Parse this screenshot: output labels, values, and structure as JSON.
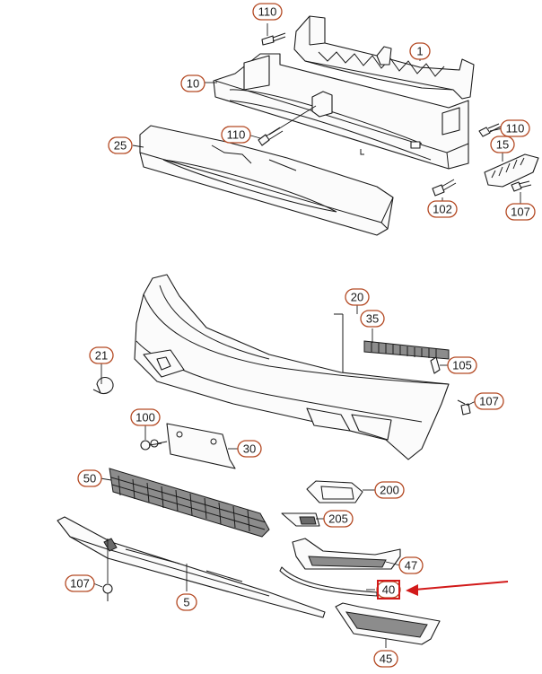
{
  "diagram": {
    "callouts": [
      {
        "id": "c110a",
        "text": "110"
      },
      {
        "id": "c1",
        "text": "1"
      },
      {
        "id": "c10",
        "text": "10"
      },
      {
        "id": "c110b",
        "text": "110"
      },
      {
        "id": "c110c",
        "text": "110"
      },
      {
        "id": "c15",
        "text": "15"
      },
      {
        "id": "c25",
        "text": "25"
      },
      {
        "id": "c102",
        "text": "102"
      },
      {
        "id": "c107a",
        "text": "107"
      },
      {
        "id": "c20",
        "text": "20"
      },
      {
        "id": "c35",
        "text": "35"
      },
      {
        "id": "c21",
        "text": "21"
      },
      {
        "id": "c105",
        "text": "105"
      },
      {
        "id": "c107b",
        "text": "107"
      },
      {
        "id": "c100",
        "text": "100"
      },
      {
        "id": "c30",
        "text": "30"
      },
      {
        "id": "c50",
        "text": "50"
      },
      {
        "id": "c200",
        "text": "200"
      },
      {
        "id": "c205",
        "text": "205"
      },
      {
        "id": "c47",
        "text": "47"
      },
      {
        "id": "c107c",
        "text": "107"
      },
      {
        "id": "c40",
        "text": "40"
      },
      {
        "id": "c5",
        "text": "5"
      },
      {
        "id": "c45",
        "text": "45"
      }
    ],
    "highlight": {
      "target": "40",
      "arrow_color": "#d21a1a",
      "bubble_color": "#b44a24"
    }
  }
}
